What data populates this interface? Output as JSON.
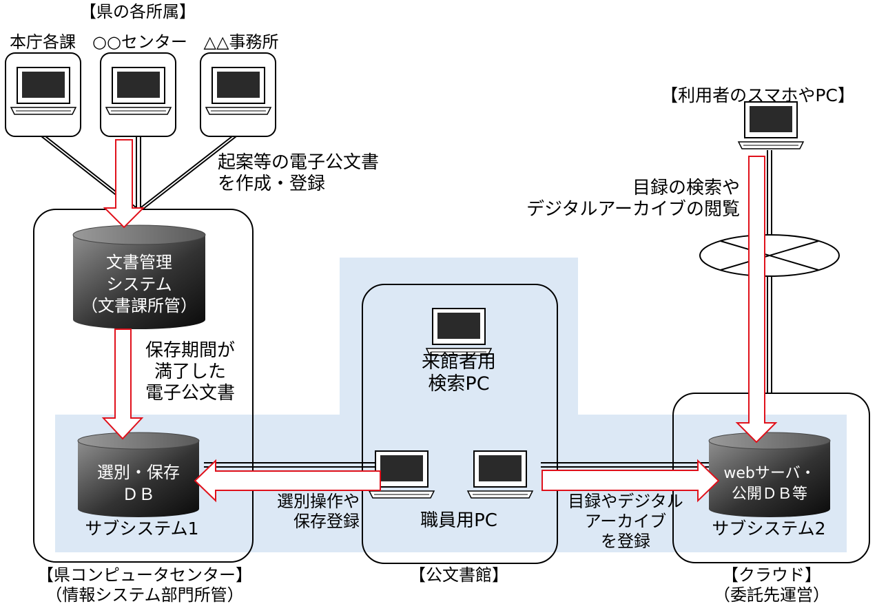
{
  "top": {
    "heading": "【県の各所属】",
    "offices": [
      "本庁各課",
      "○○センター",
      "△△事務所"
    ]
  },
  "users": {
    "heading": "【利用者のスマホやPC】",
    "flow_label": [
      "目録の検索や",
      "デジタルアーカイブの閲覧"
    ]
  },
  "flows": {
    "create": [
      "起案等の電子公文書",
      "を作成・登録"
    ],
    "expire": [
      "保存期間が",
      "満了した",
      "電子公文書"
    ],
    "select": [
      "選別操作や",
      "保存登録"
    ],
    "publish": [
      "目録やデジタル",
      "アーカイブ",
      "を登録"
    ]
  },
  "databases": {
    "doc_mgmt": [
      "文書管理",
      "システム",
      "（文書課所管）"
    ],
    "selection_db": [
      "選別・保存",
      "ＤＢ"
    ],
    "web_server": [
      "webサーバ・",
      "公開ＤＢ等"
    ]
  },
  "subsystems": {
    "one": "サブシステム1",
    "two": "サブシステム2"
  },
  "archives": {
    "visitor_pc": [
      "来館者用",
      "検索PC"
    ],
    "staff_pc": "職員用PC",
    "label": "【公文書館】"
  },
  "regions": {
    "pref_center": [
      "【県コンピュータセンター】",
      "（情報システム部門所管）"
    ],
    "cloud": [
      "【クラウド】",
      "（委託先運営）"
    ]
  },
  "colors": {
    "region_fill": "#dce8f5",
    "arrow_stroke": "#e0101a",
    "db_dark": "#111111",
    "db_light": "#8f8f8f"
  }
}
